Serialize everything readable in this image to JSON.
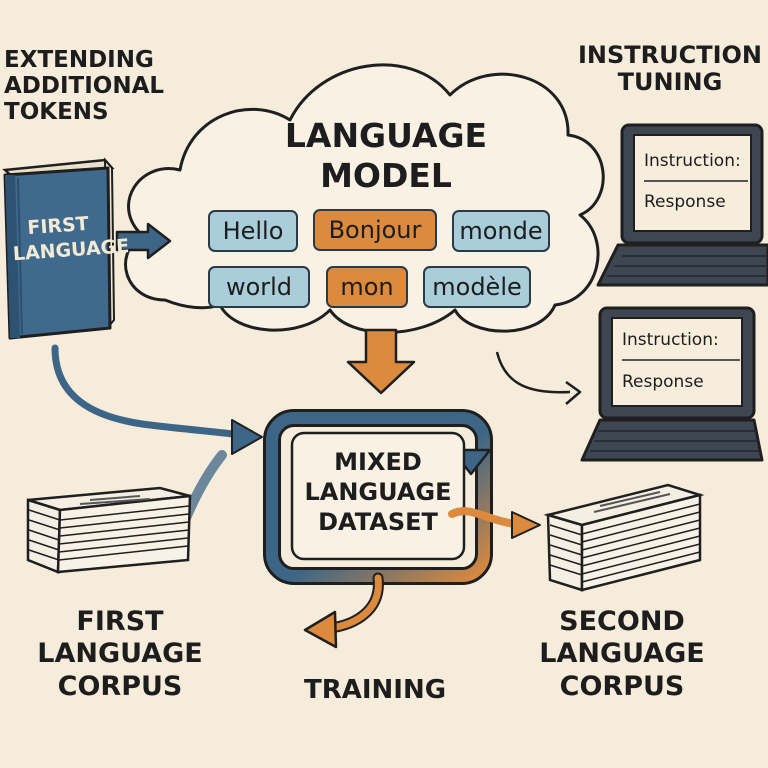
{
  "labels": {
    "extending": [
      "EXTENDING",
      "ADDITIONAL",
      "TOKENS"
    ],
    "instruction_tuning": [
      "INSTRUCTION",
      "TUNING"
    ],
    "language_model": [
      "LANGUAGE",
      "MODEL"
    ],
    "mixed_dataset": [
      "MIXED",
      "LANGUAGE",
      "DATASET"
    ],
    "first_corpus": [
      "FIRST",
      "LANGUAGE",
      "CORPUS"
    ],
    "second_corpus": [
      "SECOND",
      "LANGUAGE",
      "CORPUS"
    ],
    "training": "TRAINING"
  },
  "book": {
    "title": [
      "FIRST",
      "LANGUAGE"
    ]
  },
  "tokens": [
    {
      "text": "Hello",
      "lang": "first"
    },
    {
      "text": "Bonjour",
      "lang": "second"
    },
    {
      "text": "monde",
      "lang": "first"
    },
    {
      "text": "world",
      "lang": "first"
    },
    {
      "text": "mon",
      "lang": "second"
    },
    {
      "text": "modèle",
      "lang": "first"
    }
  ],
  "laptops": [
    {
      "instruction": "Instruction:",
      "response": "Response"
    },
    {
      "instruction": "Instruction:",
      "response": "Response"
    }
  ],
  "colors": {
    "background": "#f6ecdc",
    "outline": "#2b3a47",
    "blue": "#3d6686",
    "token_blue": "#a9cdd9",
    "orange": "#db8a3e",
    "book": "#3f6a8e"
  }
}
